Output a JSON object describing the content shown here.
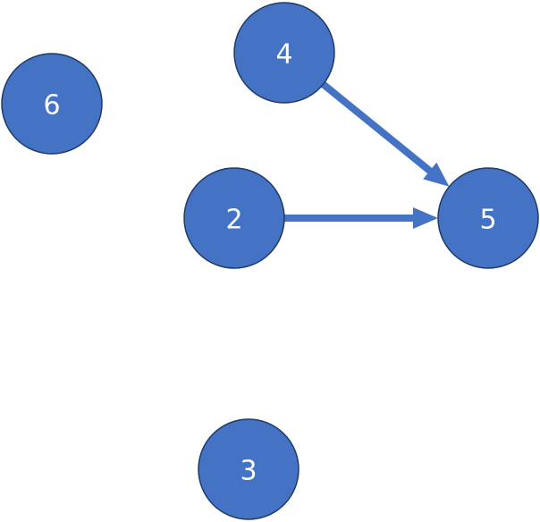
{
  "graph": {
    "node_color": "#4472c4",
    "edge_color": "#4472c4",
    "nodes": [
      {
        "id": "6",
        "label": "6"
      },
      {
        "id": "4",
        "label": "4"
      },
      {
        "id": "2",
        "label": "2"
      },
      {
        "id": "5",
        "label": "5"
      },
      {
        "id": "3",
        "label": "3"
      }
    ],
    "edges": [
      {
        "from": "4",
        "to": "5",
        "directed": true
      },
      {
        "from": "2",
        "to": "5",
        "directed": true
      }
    ]
  }
}
